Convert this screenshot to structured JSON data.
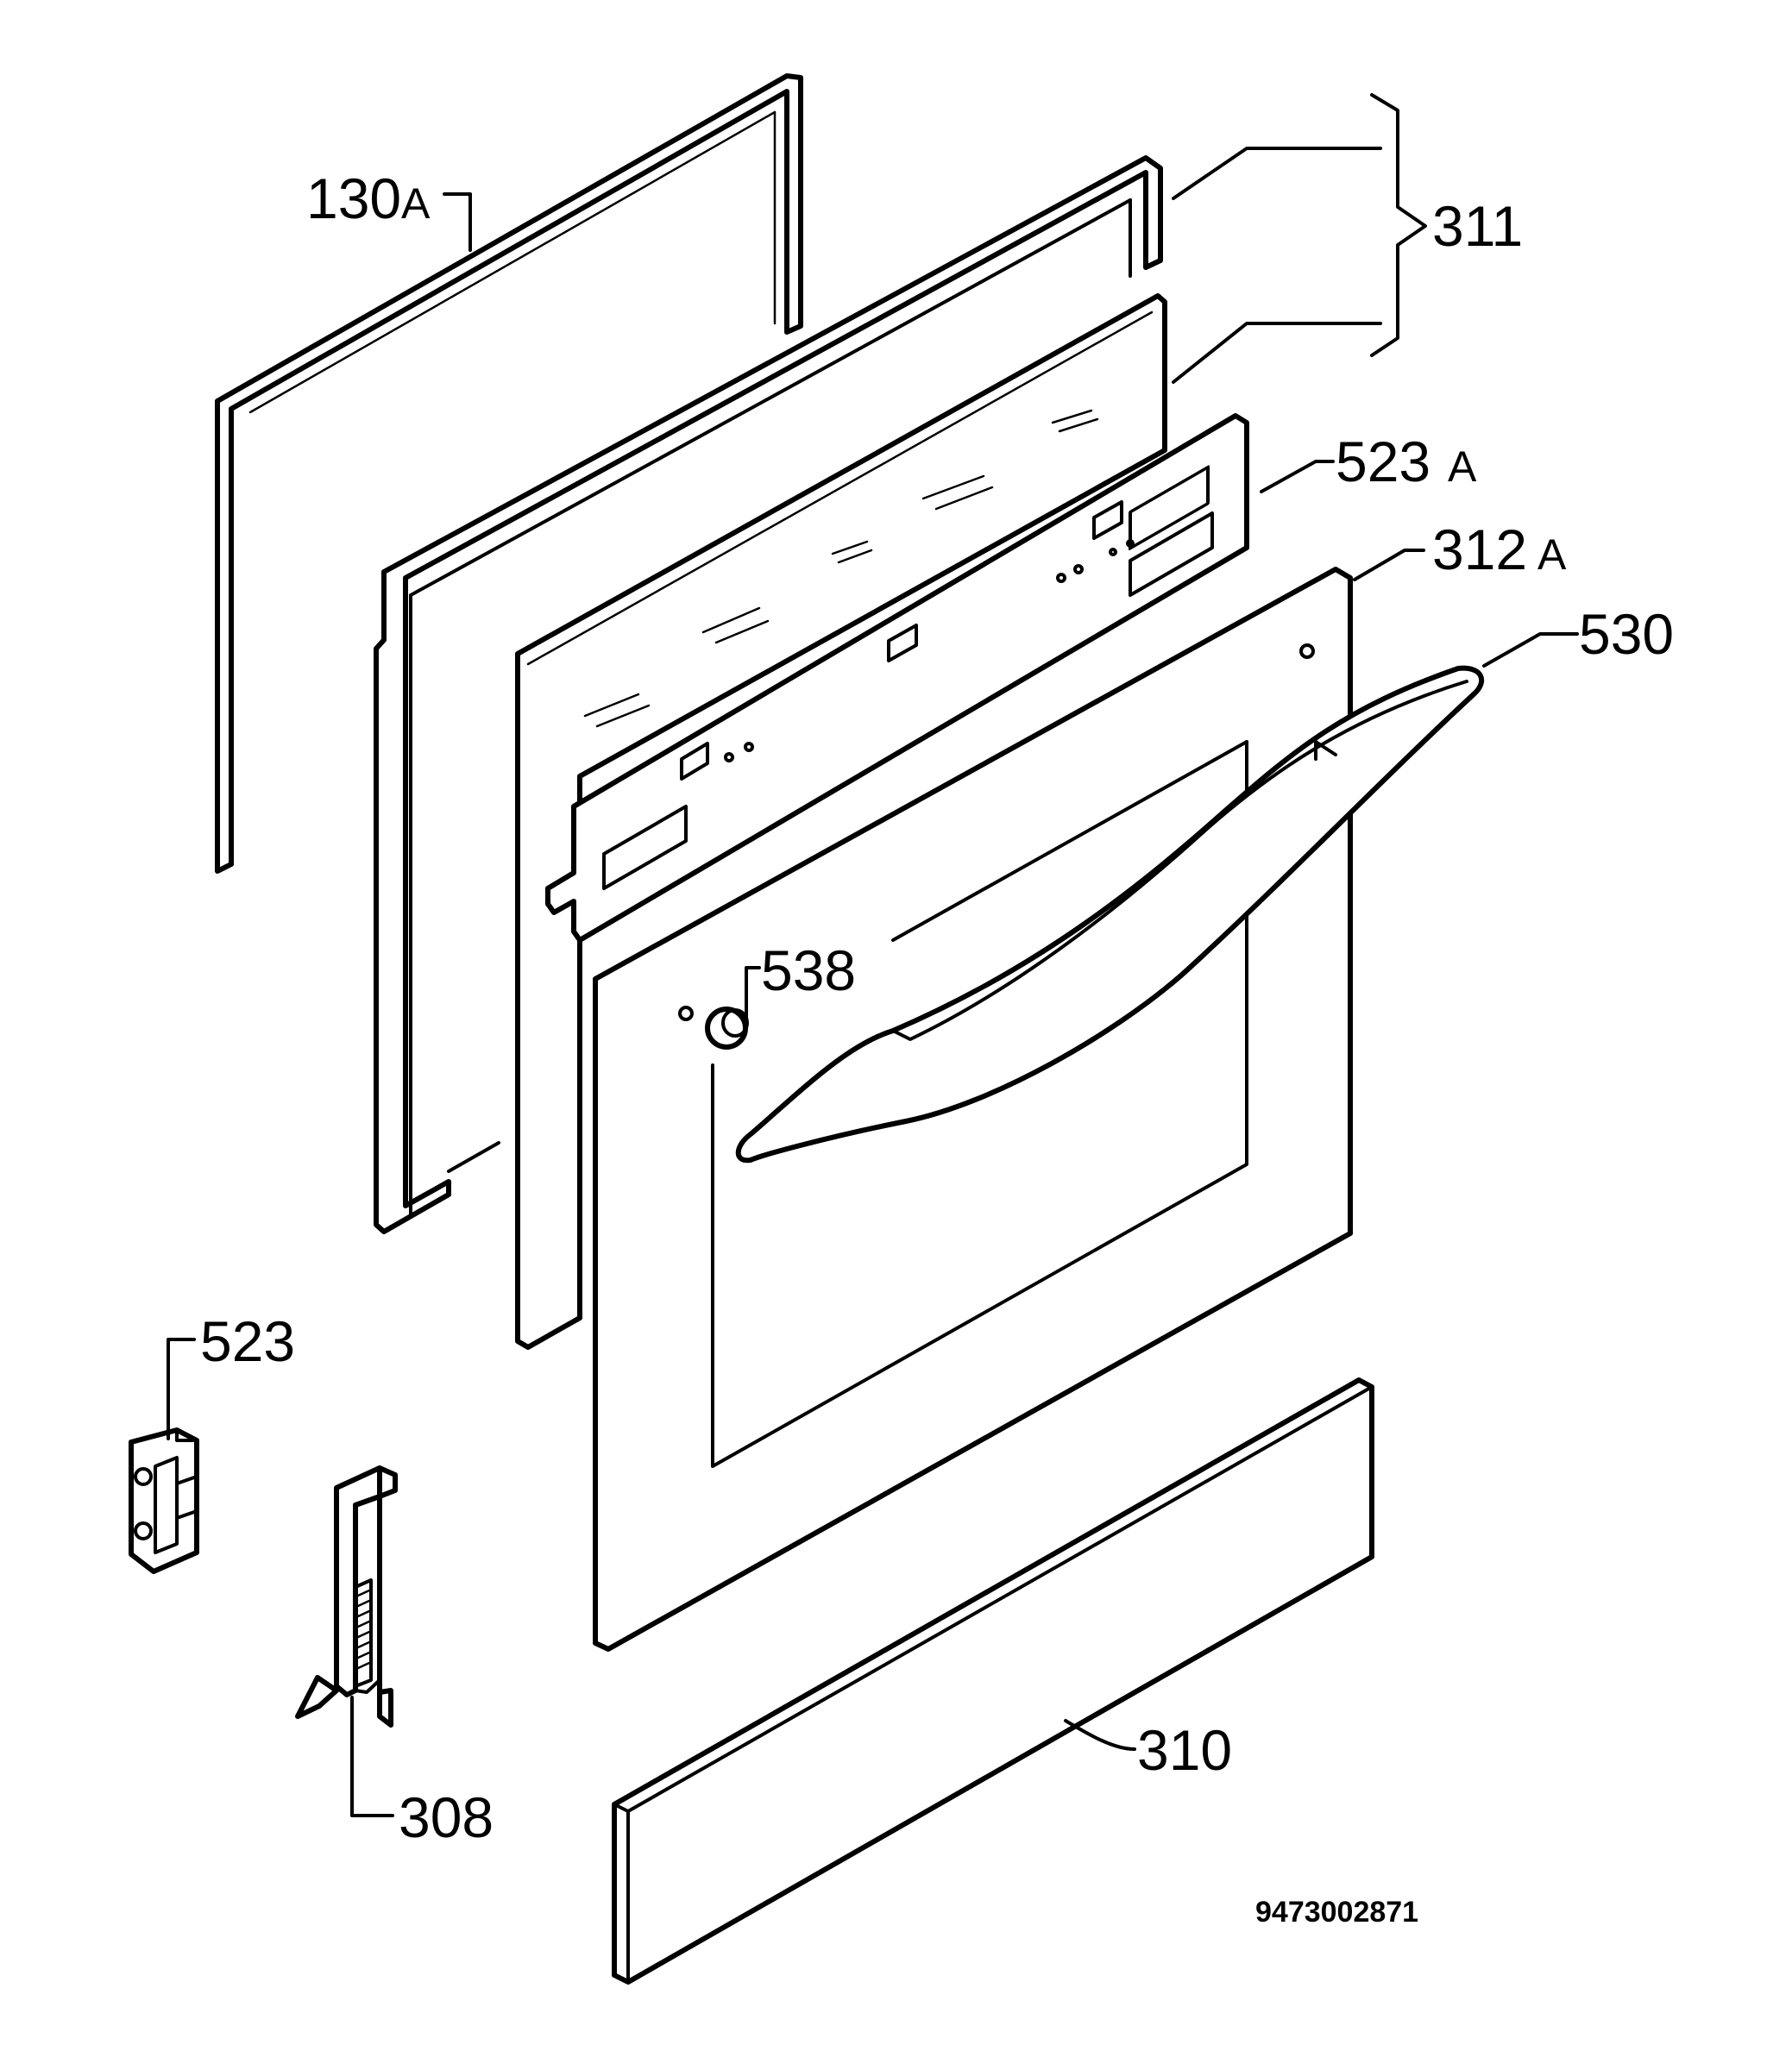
{
  "diagram": {
    "labels": {
      "p130a": "130",
      "p130a_suffix": "A",
      "p311": "311",
      "p523a": "523",
      "p523a_suffix": "A",
      "p312a": "312",
      "p312a_suffix": "A",
      "p530": "530",
      "p538": "538",
      "p523": "523",
      "p308": "308",
      "p310": "310"
    },
    "drawing_number": "9473002871"
  }
}
